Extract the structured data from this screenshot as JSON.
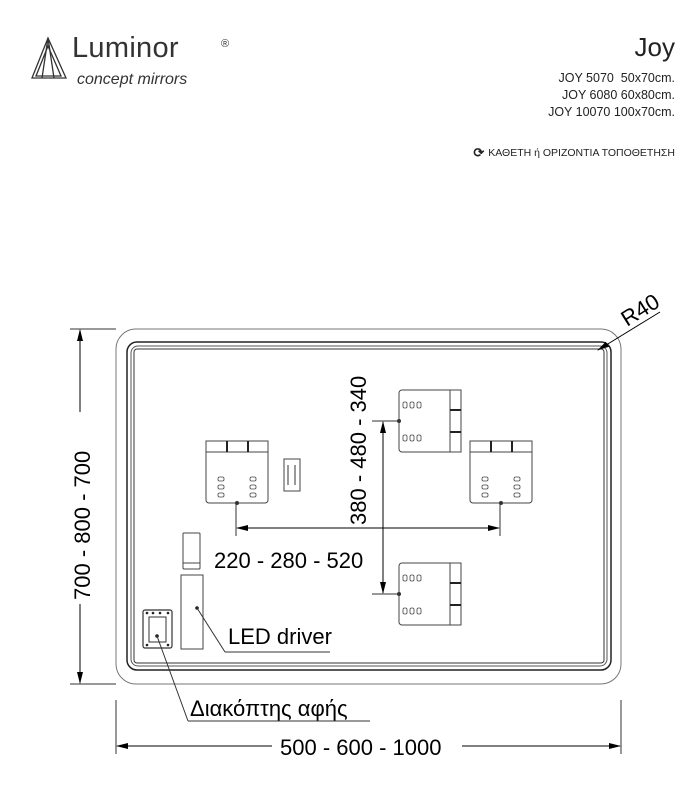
{
  "logo": {
    "brand": "Luminor",
    "registered": "®",
    "tagline": "concept mirrors"
  },
  "product": {
    "title": "Joy",
    "models": [
      "JOY 5070  50x70cm.",
      "JOY 6080 60x80cm.",
      "JOY 10070 100x70cm."
    ],
    "mounting": {
      "icon": "refresh-icon",
      "label": "ΚΑΘΕΤΗ ή ΟΡΙΖΟΝΤΙΑ ΤΟΠΟΘΕΤΗΣΗ"
    }
  },
  "drawing": {
    "corner_radius": "R40",
    "height_dims": "700 - 800 - 700",
    "width_dims": "500 - 600 - 1000",
    "bracket_vertical_spacing": "380 - 480 - 340",
    "bracket_horizontal_spacing": "220 - 280 - 520",
    "led_driver_label": "LED driver",
    "touch_switch_label": "Διακόπτης αφής"
  }
}
